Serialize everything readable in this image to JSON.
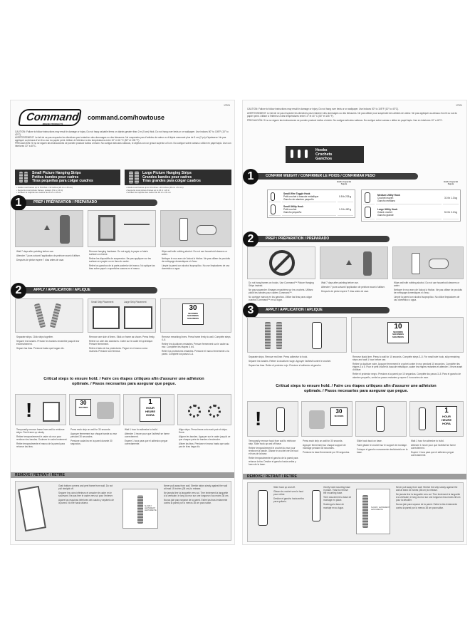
{
  "left": {
    "code": "17201",
    "brand": "Command",
    "brand_tm": "BRAND PRODUCTS",
    "site": "command.com/howtouse",
    "caution_en": "CAUTION: Failure to follow instructions may result in damage or injury. Do not hang valuable items or objects greater than 2 m (5 cm) thick. Do not hang over beds or on wallpaper. Use indoors 50° to 105°F (10° to 40°C).",
    "caution_fr": "AVERTISSEMENT: Le fait de ne pas respecter les directives peut entraîner des dommages ou des blessures. Ne suspendez pas d'articles de valeur ou d'objets mesurant plus de 5 cm (2 po) d'épaisseur. Ne pas appliquer au dessus d'un lit ou sur du papier peint. Utiliser à l'intérieur à des températures entre 10° et 40 °C (50° et 105 °F).",
    "caution_es": "PRECAUCIÓN: Si no se siguen las instrucciones se pueden producir daños o lesión. No cuelgue artículos valiosos, ni objetos con un grosor superior a 5 cm. No cuelgue sobre camas o utilice en papel tapiz. Use con interiores 10° a 40°C.",
    "strips_small": [
      "Small Picture Hanging Strips",
      "Petites bandes pour cadres",
      "Tiras pequeñas para colgar cuadros"
    ],
    "strips_large": [
      "Large Picture Hanging Strips",
      "Grandes bandes pour cadres",
      "Tiras grandes para colgar cuadros"
    ],
    "strips_small_note": "• Holds most frames up to 8 inches x 10 inches (20 cm x 25 cm)\n• Supports most picture frames, posters (8 in x 10 in)\n• Soutient la majorité des cadres de 20 cm x 25 cm",
    "strips_large_note": "• Holds most frames up to 16 inches x 24 inches (40 cm x 61 cm)\n• Supports most picture frames up to 16 in x 24 in\n• Soutient la majorité des cadres de 40 cm x 61 cm",
    "prep": "PREP / PRÉPARATION / PREPARADO",
    "prep_captions": [
      "Wait 7 days after painting before use.",
      "Remove hanging hardware. Do not apply to paper or fabric surfaces on frame.",
      "Wipe wall with rubbing alcohol. Do not use household cleaners or water."
    ],
    "prep_fr": [
      "Attendre 7 jours suivant l'application de peinture avant d'utiliser.",
      "Retirer les dispositifs de suspension. Ne pas appliquer sur les surfaces en papier ou en tissu du cadre.",
      "Nettoyer le mur avec de l'alcool à friction. Ne pas utiliser de produits de nettoyage domestiques ni d'eau."
    ],
    "prep_es": [
      "Después de pintar espere 7 días antes de usar.",
      "Retire los ganchos de la parte posterior del marco. No aplique las tiras sobre papel o superficies suaves en el marco.",
      "Limpie la pared con alcohol isopropílico. No use limpiadores de uso doméstico o agua."
    ],
    "apply": "APPLY / APPLICATION / APLIQUE",
    "apply_labels": [
      "Small Strip Placement",
      "Large Strip Placement"
    ],
    "apply_sign": [
      "30",
      "SECONDS",
      "SECONDES",
      "SEGUNDOS"
    ],
    "apply_captions": [
      "Separate strips. Click strips together.",
      "Remove one side of liners. Stick on frame as shown. Press firmly.",
      "Remove remaining liners. Press frame firmly to wall. Complete steps 4–6."
    ],
    "apply_fr": [
      "Séparer les bandes. Presser les bandes ensemble jusqu'à leur enclenchement.",
      "Retirer un côté des doublures. Coller sur le cadre tel qu'indiqué. Presser fermement.",
      "Retirer les doublures restantes. Presser fermement sur le cadre au mur. Compléter les étapes 4 à 6."
    ],
    "apply_es": [
      "Separe las tiras. Presione hasta que hagan clic.",
      "Retire el lado de los protectores. Pegue en el marco como muestra. Presione con firmeza.",
      "Retire los protectores restantes. Presione el marco firmemente a la pared. Complete los pasos 4–6."
    ],
    "critical": "Critical steps to ensure hold. / Faire ces étapes critiques afin d'assurer une adhésion optimale. / Pasos necesarios para asegurar que pegue.",
    "critical_signs": [
      "30",
      "SECONDS",
      "1",
      "HOUR",
      "HEURE",
      "HORA"
    ],
    "critical_captions": [
      "Temporarily remove frame from wall to reinforce strips. Peel frame up slowly.",
      "Press each strip on wall for 30 seconds.",
      "Wait 1 hour for adhesive to build.",
      "Align strips. Press frame onto each pair of strips. Done."
    ],
    "critical_fr": [
      "Retirer temporairement le cadre du mur pour renforcer les bandes. Soulever le cadre lentement.",
      "Appuyer fermement sur chaque bande au mur pendant 30 secondes.",
      "Attendre 1 heure pour que l'adhésif se forme correctement.",
      "Aligner les bandes. Appuyer sur le cadre jusqu'à ce que chaque paire de bandes s'enclenche."
    ],
    "critical_es": [
      "Retire temporalmente el marco de la pared para reforzar las tiras.",
      "Presione cada tira en la pared durante 30 segundos.",
      "Espere 1 hora para que el adhesivo pegue correctamente.",
      "Alinee las tiras. Presione el marco hasta que cada par de tiras haga clic."
    ],
    "remove": "REMOVE / RETRAIT / RETIRE",
    "remove_text": [
      "Grab bottom corners and peel frame from wall. Do not pull straight off.",
      "Separer les coins inférieurs et arracher le cadre en le soulevant. Ne pas tirer le cadre vers soi pour l'enlever.",
      "Agarre las esquinas inferiores del cuadro y sepárelo de la pared. No tire hacia afuera."
    ],
    "remove_text2": [
      "Never pull away from wall. Stretch strips slowly against the wall at least 15 inches (38 cm) to release.",
      "Ne jamais tirer la languette vers soi. Tirer lentement la languette à la verticale, le long du mur sur une longueur d'au moins 38 cm.",
      "Nunca jale para separar de la pared. Estire las tiras lentamente contra la pared por lo menos 38 cm para soltar."
    ],
    "remove_sign": "SLOWLY LENTEMENT LENTAMENTE"
  },
  "right": {
    "code": "17201",
    "caution_en": "CAUTION: Failure to follow instructions may result in damage or injury. Do not hang over beds or on wallpaper. Use indoors 50° to 105°F (10° to 40°C).",
    "caution_fr": "AVERTISSEMENT: Le fait de ne pas respecter les directives peut entraîner des dommages ou des blessures. Ne pas utiliser pour suspendre des articles de valeur. Ne pas appliquer au-dessus d'un lit ou sur du papier peint. Utiliser à l'intérieur à des températures entre 10° et 40 °C (50° et 105 °F).",
    "caution_es": "PRECAUCIÓN: Si no se siguen las instrucciones se pueden producir daños o lesión. No cuelgue artículos valiosos. No cuelgue sobre camas o utilice en papel tapiz. Use en interiores 10° a 40°C.",
    "hooks": [
      "Hooks",
      "Crochets",
      "Ganchos"
    ],
    "confirm": "CONFIRM WEIGHT / CONFIRMER LE POIDS / CONFIRMAR PESO",
    "holds": "Holds Capacité Sujeta",
    "weights": [
      {
        "name": "Small Wire Toggle Hook",
        "fr": "Petit crochet à bascule métallique",
        "es": "Gancho de alambre pequeño",
        "cap": "0.5 lb 225 g"
      },
      {
        "name": "Medium Utility Hook",
        "fr": "Crochet moyen",
        "es": "Gancho mediano",
        "cap": "3.0 lb 1.3 kg"
      },
      {
        "name": "Small Utility Hook",
        "fr": "Petit crochet",
        "es": "Gancho pequeño",
        "cap": "1.0 lb 450 g"
      },
      {
        "name": "Large Utility Hook",
        "fr": "Grand crochet",
        "es": "Gancho grande",
        "cap": "5.0 lb 2.2 kg"
      }
    ],
    "prep": "PREP / PRÉPARATION / PREPARADO",
    "prep_captions": [
      "Do not hang frames on hooks. Use Command™ Picture Hanging Strips instead.",
      "Wait 7 days after painting before use.",
      "Wipe wall with rubbing alcohol. Do not use household cleaners or water."
    ],
    "prep_fr": [
      "Ne pas suspendre d'images encadrées sur les crochets. Utilisez plutôt les bandes pour cadres Command™.",
      "Attendre 7 jours suivant l'application de peinture avant d'utiliser.",
      "Nettoyer le mur avec de l'alcool à friction. Ne pas utiliser de produits de nettoyage domestiques ni d'eau."
    ],
    "prep_es": [
      "No cuelgue marcos en los ganchos. Utilice las tiras para colgar cuadros Command™ en su lugar.",
      "Después de pintar espere 7 días antes de usar.",
      "Limpie la pared con alcohol isopropílico. No utilice limpiadores de uso doméstico o agua."
    ],
    "apply": "APPLY / APPLICATION / APLIQUE",
    "apply_sign": [
      "10",
      "SECONDS",
      "SECONDES",
      "SEGUNDOS"
    ],
    "apply_captions": [
      "Separate strips. Remove red liner. Press adhesive to hook.",
      "Remove black liner. Press to wall for 10 seconds. Complete steps 3–5. For small wire hook, skip remaining steps and wait 1 hour before use."
    ],
    "apply_fr": [
      "Séparer les bandes. Retirer la doublure rouge. Appuyer l'adhésif contre le crochet.",
      "Retirer la doublure noire. Appuyer fermement le crochet contre le mur pendant 10 secondes. Compléter les étapes 3 à 5. Pour le petit crochet à bascule métallique, sauter les étapes restantes et attendre 1 heure avant d'utiliser."
    ],
    "apply_es": [
      "Separe las tiras. Retire el protector rojo. Presione el adhesivo al gancho.",
      "Retire el protector negro. Presione a la pared por 10 segundos. Complete los pasos 3–5. Para el gancho de alambre pequeño, omita los pasos restantes y espere 1 hora antes de usar."
    ],
    "critical": "Critical steps to ensure hold. / Faire ces étapes critiques afin d'assurer une adhésion optimale. / Pasos necesarios para asegurar que pegue.",
    "critical_signs": [
      "30",
      "SECONDS",
      "1",
      "HOUR",
      "HEURE",
      "HORA"
    ],
    "critical_captions": [
      "Temporarily remove hook from wall to reinforce strip. Slide hook up and off base.",
      "Press each strip on wall for 30 seconds.",
      "Slide hook back on base.",
      "Wait 1 hour for adhesive to build."
    ],
    "critical_fr": [
      "Retirer temporairement le crochet du mur pour renforcer la bande. Glisser le crochet vers le haut et hors de la base.",
      "Appuyer fermement sur chaque support de montage pendant 30 secondes.",
      "Faire glisser le crochet sur le support de montage.",
      "Attendre 1 heure pour que l'adhésif se forme correctement."
    ],
    "critical_es": [
      "Retire temporalmente el gancho de la pared para reforzar la tira. Deslice el gancho hacia arriba y fuera de la base.",
      "Presione la base firmemente por 30 segundos.",
      "Coloque el gancho nuevamente deslizándolo en la base.",
      "Espere 1 hora para que el adhesivo pegue correctamente."
    ],
    "remove": "REMOVE / RETRAIT / RETIRE",
    "remove_text": [
      "Slide hook up and off.",
      "Glisser le crochet vers le haut pour retirer.",
      "Deslice el gancho hacia arriba para quitarlo."
    ],
    "remove_text_b": [
      "Gently hold mounting base in place. Twist to remove the mounting base.",
      "Tenir doucement la base de montage en place.",
      "Sostenga la base de montaje en su lugar."
    ],
    "remove_text2": [
      "Never pull away from wall. Stretch the strip slowly against the wall at least 15 inches (38 cm) to release.",
      "Ne jamais tirer la languette vers soi. Tirer lentement la languette à la verticale, le long du mur sur une longueur d'au moins 38 cm pour la décoller.",
      "Nunca jale para separar de la pared. Estire la tira lentamente contra la pared por lo menos 38 cm para soltar."
    ],
    "remove_sign": "SLOWLY LENTEMENT LENTAMENTE"
  }
}
